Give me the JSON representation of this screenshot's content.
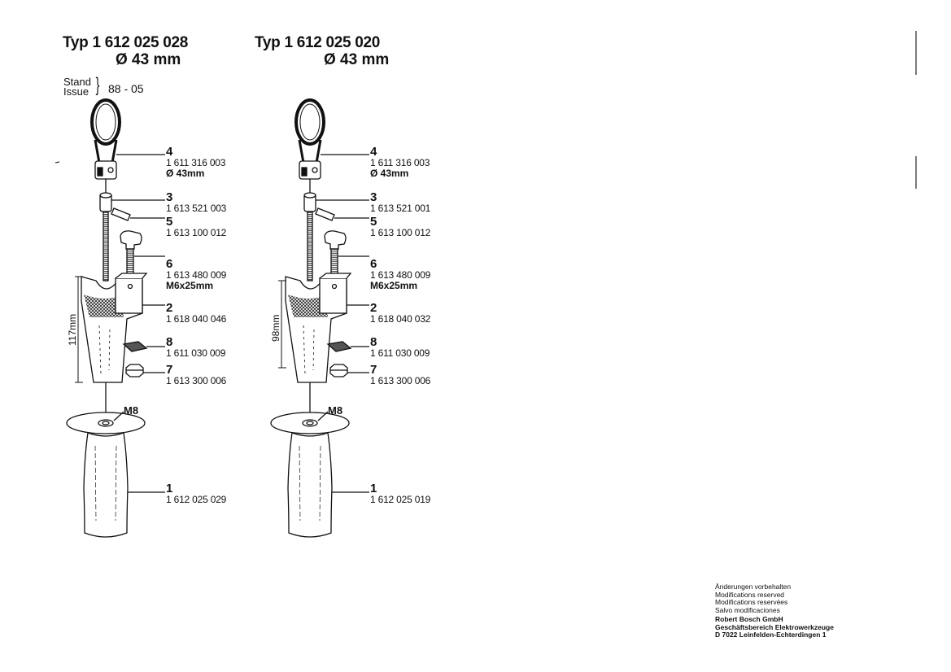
{
  "header": {
    "assemblies": [
      {
        "title": "Typ  1 612 025 028",
        "diameter": "Ø 43 mm"
      },
      {
        "title": "Typ  1 612 025 020",
        "diameter": "Ø 43 mm"
      }
    ],
    "stand_label": "Stand",
    "issue_label": "Issue",
    "brace": "}",
    "issue_date": "88 - 05"
  },
  "assemblies": [
    {
      "dimension": "117mm",
      "thread_label": "M8",
      "parts": [
        {
          "no": "4",
          "part_number": "1 611 316 003",
          "spec": "Ø 43mm"
        },
        {
          "no": "3",
          "part_number": "1 613 521 003"
        },
        {
          "no": "5",
          "part_number": "1 613 100 012"
        },
        {
          "no": "6",
          "part_number": "1 613 480 009",
          "spec": "M6x25mm"
        },
        {
          "no": "2",
          "part_number": "1 618 040 046"
        },
        {
          "no": "8",
          "part_number": "1 611 030 009"
        },
        {
          "no": "7",
          "part_number": "1 613 300 006"
        },
        {
          "no": "1",
          "part_number": "1 612 025 029"
        }
      ]
    },
    {
      "dimension": "98mm",
      "thread_label": "M8",
      "parts": [
        {
          "no": "4",
          "part_number": "1 611 316 003",
          "spec": "Ø 43mm"
        },
        {
          "no": "3",
          "part_number": "1 613 521 001"
        },
        {
          "no": "5",
          "part_number": "1 613 100 012"
        },
        {
          "no": "6",
          "part_number": "1 613 480 009",
          "spec": "M6x25mm"
        },
        {
          "no": "2",
          "part_number": "1 618 040 032"
        },
        {
          "no": "8",
          "part_number": "1 611 030 009"
        },
        {
          "no": "7",
          "part_number": "1 613 300 006"
        },
        {
          "no": "1",
          "part_number": "1 612 025 019"
        }
      ]
    }
  ],
  "footer": {
    "lines": [
      "Änderungen vorbehalten",
      "Modifications reserved",
      "Modifications reservées",
      "Salvo modificaciones"
    ],
    "company": [
      "Robert Bosch GmbH",
      "Geschäftsbereich Elektrowerkzeuge",
      "D 7022 Leinfelden-Echterdingen 1"
    ]
  }
}
